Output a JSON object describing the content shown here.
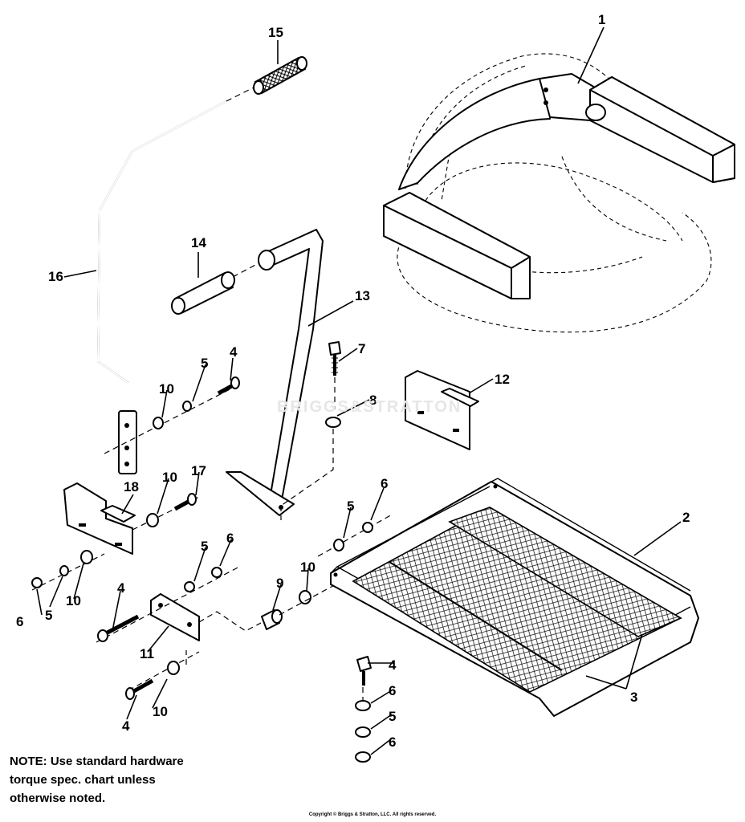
{
  "diagram": {
    "callouts": [
      {
        "id": "c1",
        "label": "1"
      },
      {
        "id": "c2",
        "label": "2"
      },
      {
        "id": "c3",
        "label": "3"
      },
      {
        "id": "c4a",
        "label": "4"
      },
      {
        "id": "c4b",
        "label": "4"
      },
      {
        "id": "c4c",
        "label": "4"
      },
      {
        "id": "c4d",
        "label": "4"
      },
      {
        "id": "c5a",
        "label": "5"
      },
      {
        "id": "c5b",
        "label": "5"
      },
      {
        "id": "c5c",
        "label": "5"
      },
      {
        "id": "c5d",
        "label": "5"
      },
      {
        "id": "c5e",
        "label": "5"
      },
      {
        "id": "c6a",
        "label": "6"
      },
      {
        "id": "c6b",
        "label": "6"
      },
      {
        "id": "c6c",
        "label": "6"
      },
      {
        "id": "c6d",
        "label": "6"
      },
      {
        "id": "c6e",
        "label": "6"
      },
      {
        "id": "c7",
        "label": "7"
      },
      {
        "id": "c8",
        "label": "8"
      },
      {
        "id": "c9",
        "label": "9"
      },
      {
        "id": "c10a",
        "label": "10"
      },
      {
        "id": "c10b",
        "label": "10"
      },
      {
        "id": "c10c",
        "label": "10"
      },
      {
        "id": "c10d",
        "label": "10"
      },
      {
        "id": "c10e",
        "label": "10"
      },
      {
        "id": "c11",
        "label": "11"
      },
      {
        "id": "c12",
        "label": "12"
      },
      {
        "id": "c13",
        "label": "13"
      },
      {
        "id": "c14",
        "label": "14"
      },
      {
        "id": "c15",
        "label": "15"
      },
      {
        "id": "c16",
        "label": "16"
      },
      {
        "id": "c17",
        "label": "17"
      },
      {
        "id": "c18",
        "label": "18"
      }
    ]
  },
  "note": {
    "line1": "NOTE: Use standard hardware",
    "line2": "torque spec. chart unless",
    "line3": "otherwise noted."
  },
  "watermark": "BRIGGS&STRATTON",
  "copyright": "Copyright © Briggs & Stratton, LLC. All rights reserved."
}
